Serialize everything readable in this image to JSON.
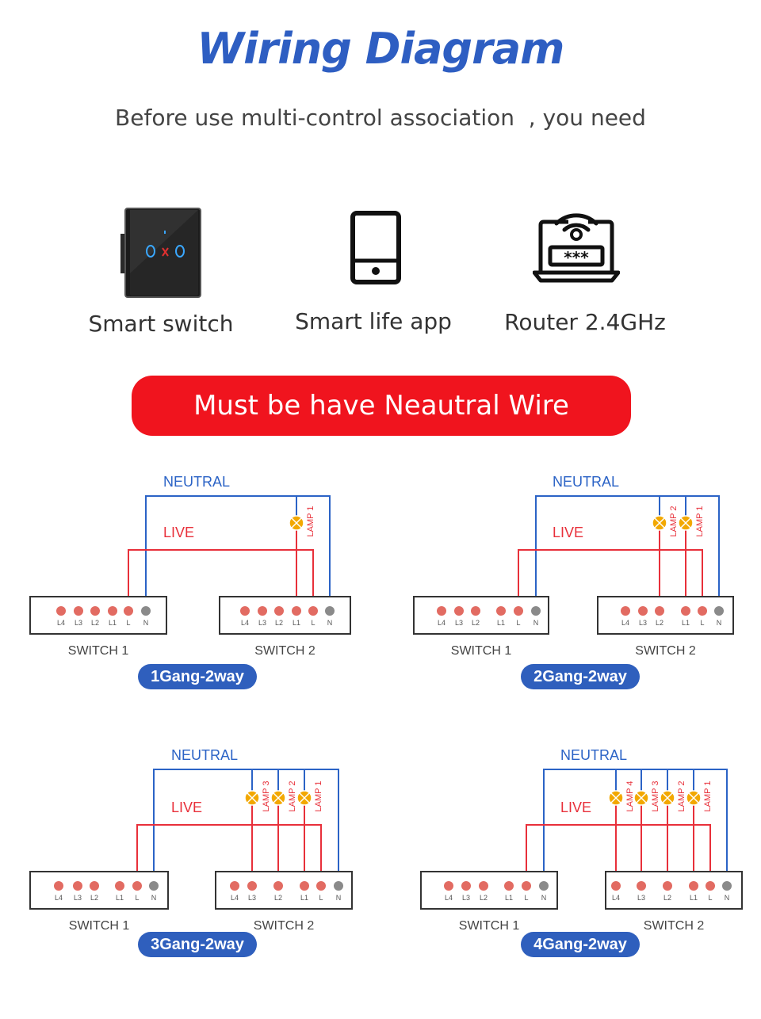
{
  "header": {
    "title": "Wiring Diagram",
    "subtitle": "Before use multi-control association  , you need"
  },
  "requirements": [
    {
      "label": "Smart switch",
      "icon": "smart-switch-icon"
    },
    {
      "label": "Smart life app",
      "icon": "phone-icon"
    },
    {
      "label": "Router 2.4GHz",
      "icon": "router-icon"
    }
  ],
  "banner": {
    "text": "Must be have Neautral Wire"
  },
  "colors": {
    "neutral": "#2b63c6",
    "live": "#e8303a",
    "terminal": "#e26b62",
    "neutral_terminal": "#8a8a8a",
    "lamp": "#f2a800",
    "badge": "#2f5fbd",
    "banner": "#f0141e",
    "title": "#2e5ec2"
  },
  "wire_labels": {
    "neutral": "NEUTRAL",
    "live": "LIVE"
  },
  "diagrams": [
    {
      "badge": "1Gang-2way",
      "switch1": {
        "label": "SWITCH 1",
        "terminals": [
          "L4",
          "L3",
          "L2",
          "L1",
          "L",
          "N"
        ]
      },
      "switch2": {
        "label": "SWITCH 2",
        "terminals": [
          "L4",
          "L3",
          "L2",
          "L1",
          "L",
          "N"
        ]
      },
      "lamps": [
        "LAMP 1"
      ]
    },
    {
      "badge": "2Gang-2way",
      "switch1": {
        "label": "SWITCH 1",
        "terminals": [
          "L4",
          "L3",
          "L2",
          "L1",
          "L",
          "N"
        ]
      },
      "switch2": {
        "label": "SWITCH 2",
        "terminals": [
          "L4",
          "L3",
          "L2",
          "L1",
          "L",
          "N"
        ]
      },
      "lamps": [
        "LAMP 2",
        "LAMP 1"
      ]
    },
    {
      "badge": "3Gang-2way",
      "switch1": {
        "label": "SWITCH 1",
        "terminals": [
          "L4",
          "L3",
          "L2",
          "L1",
          "L",
          "N"
        ]
      },
      "switch2": {
        "label": "SWITCH 2",
        "terminals": [
          "L4",
          "L3",
          "L2",
          "L1",
          "L",
          "N"
        ]
      },
      "lamps": [
        "LAMP 3",
        "LAMP 2",
        "LAMP 1"
      ]
    },
    {
      "badge": "4Gang-2way",
      "switch1": {
        "label": "SWITCH 1",
        "terminals": [
          "L4",
          "L3",
          "L2",
          "L1",
          "L",
          "N"
        ]
      },
      "switch2": {
        "label": "SWITCH 2",
        "terminals": [
          "L4",
          "L3",
          "L2",
          "L1",
          "L",
          "N"
        ]
      },
      "lamps": [
        "LAMP 4",
        "LAMP 3",
        "LAMP 2",
        "LAMP 1"
      ]
    }
  ]
}
